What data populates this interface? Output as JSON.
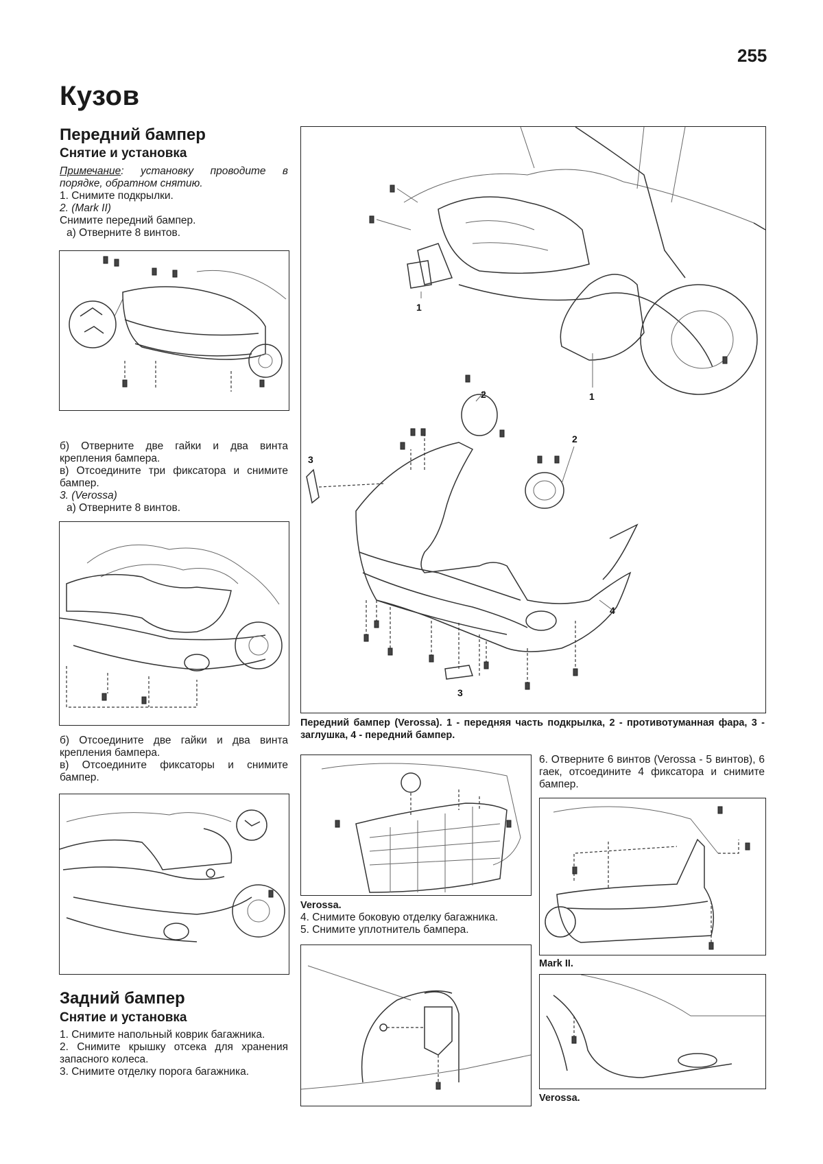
{
  "page_number": "255",
  "chapter_title": "Кузов",
  "front_bumper": {
    "title": "Передний бампер",
    "subtitle": "Снятие и установка",
    "note_label": "Примечание",
    "note_text": ": установку проводите в порядке, обратном снятию.",
    "step1": "1. Снимите подкрылки.",
    "step2_model": "2. (Mark II)",
    "step2_text": "Снимите передний бампер.",
    "step2a": "а) Отверните 8 винтов.",
    "step2b": "б) Отверните две гайки и два винта крепления бампера.",
    "step2c": "в) Отсоедините три фиксатора и снимите бампер.",
    "step3_model": "3. (Verossa)",
    "step3a": "а) Отверните 8 винтов.",
    "step3b": "б) Отсоедините две гайки и два винта крепления бампера.",
    "step3c": "в) Отсоедините фиксаторы и снимите бампер."
  },
  "main_figure": {
    "caption": "Передний бампер (Verossa). 1 - передняя часть подкрылка, 2 - противотуманная фара, 3 - заглушка, 4 - передний бампер.",
    "labels": [
      "1",
      "1",
      "2",
      "2",
      "3",
      "3",
      "4"
    ]
  },
  "rear_bumper": {
    "title": "Задний бампер",
    "subtitle": "Снятие и установка",
    "step1": "1. Снимите напольный коврик багажника.",
    "step2": "2. Снимите крышку отсека для хранения запасного колеса.",
    "step3": "3. Снимите отделку порога багажника.",
    "fig_verossa_label": "Verossa.",
    "step4": "4. Снимите боковую отделку багажника.",
    "step5": "5. Снимите уплотнитель бампера.",
    "step6": "6. Отверните 6 винтов (Verossa - 5 винтов), 6 гаек, отсоедините 4 фиксатора и снимите бампер.",
    "fig_mark2_label": "Mark II.",
    "fig_verossa2_label": "Verossa."
  }
}
